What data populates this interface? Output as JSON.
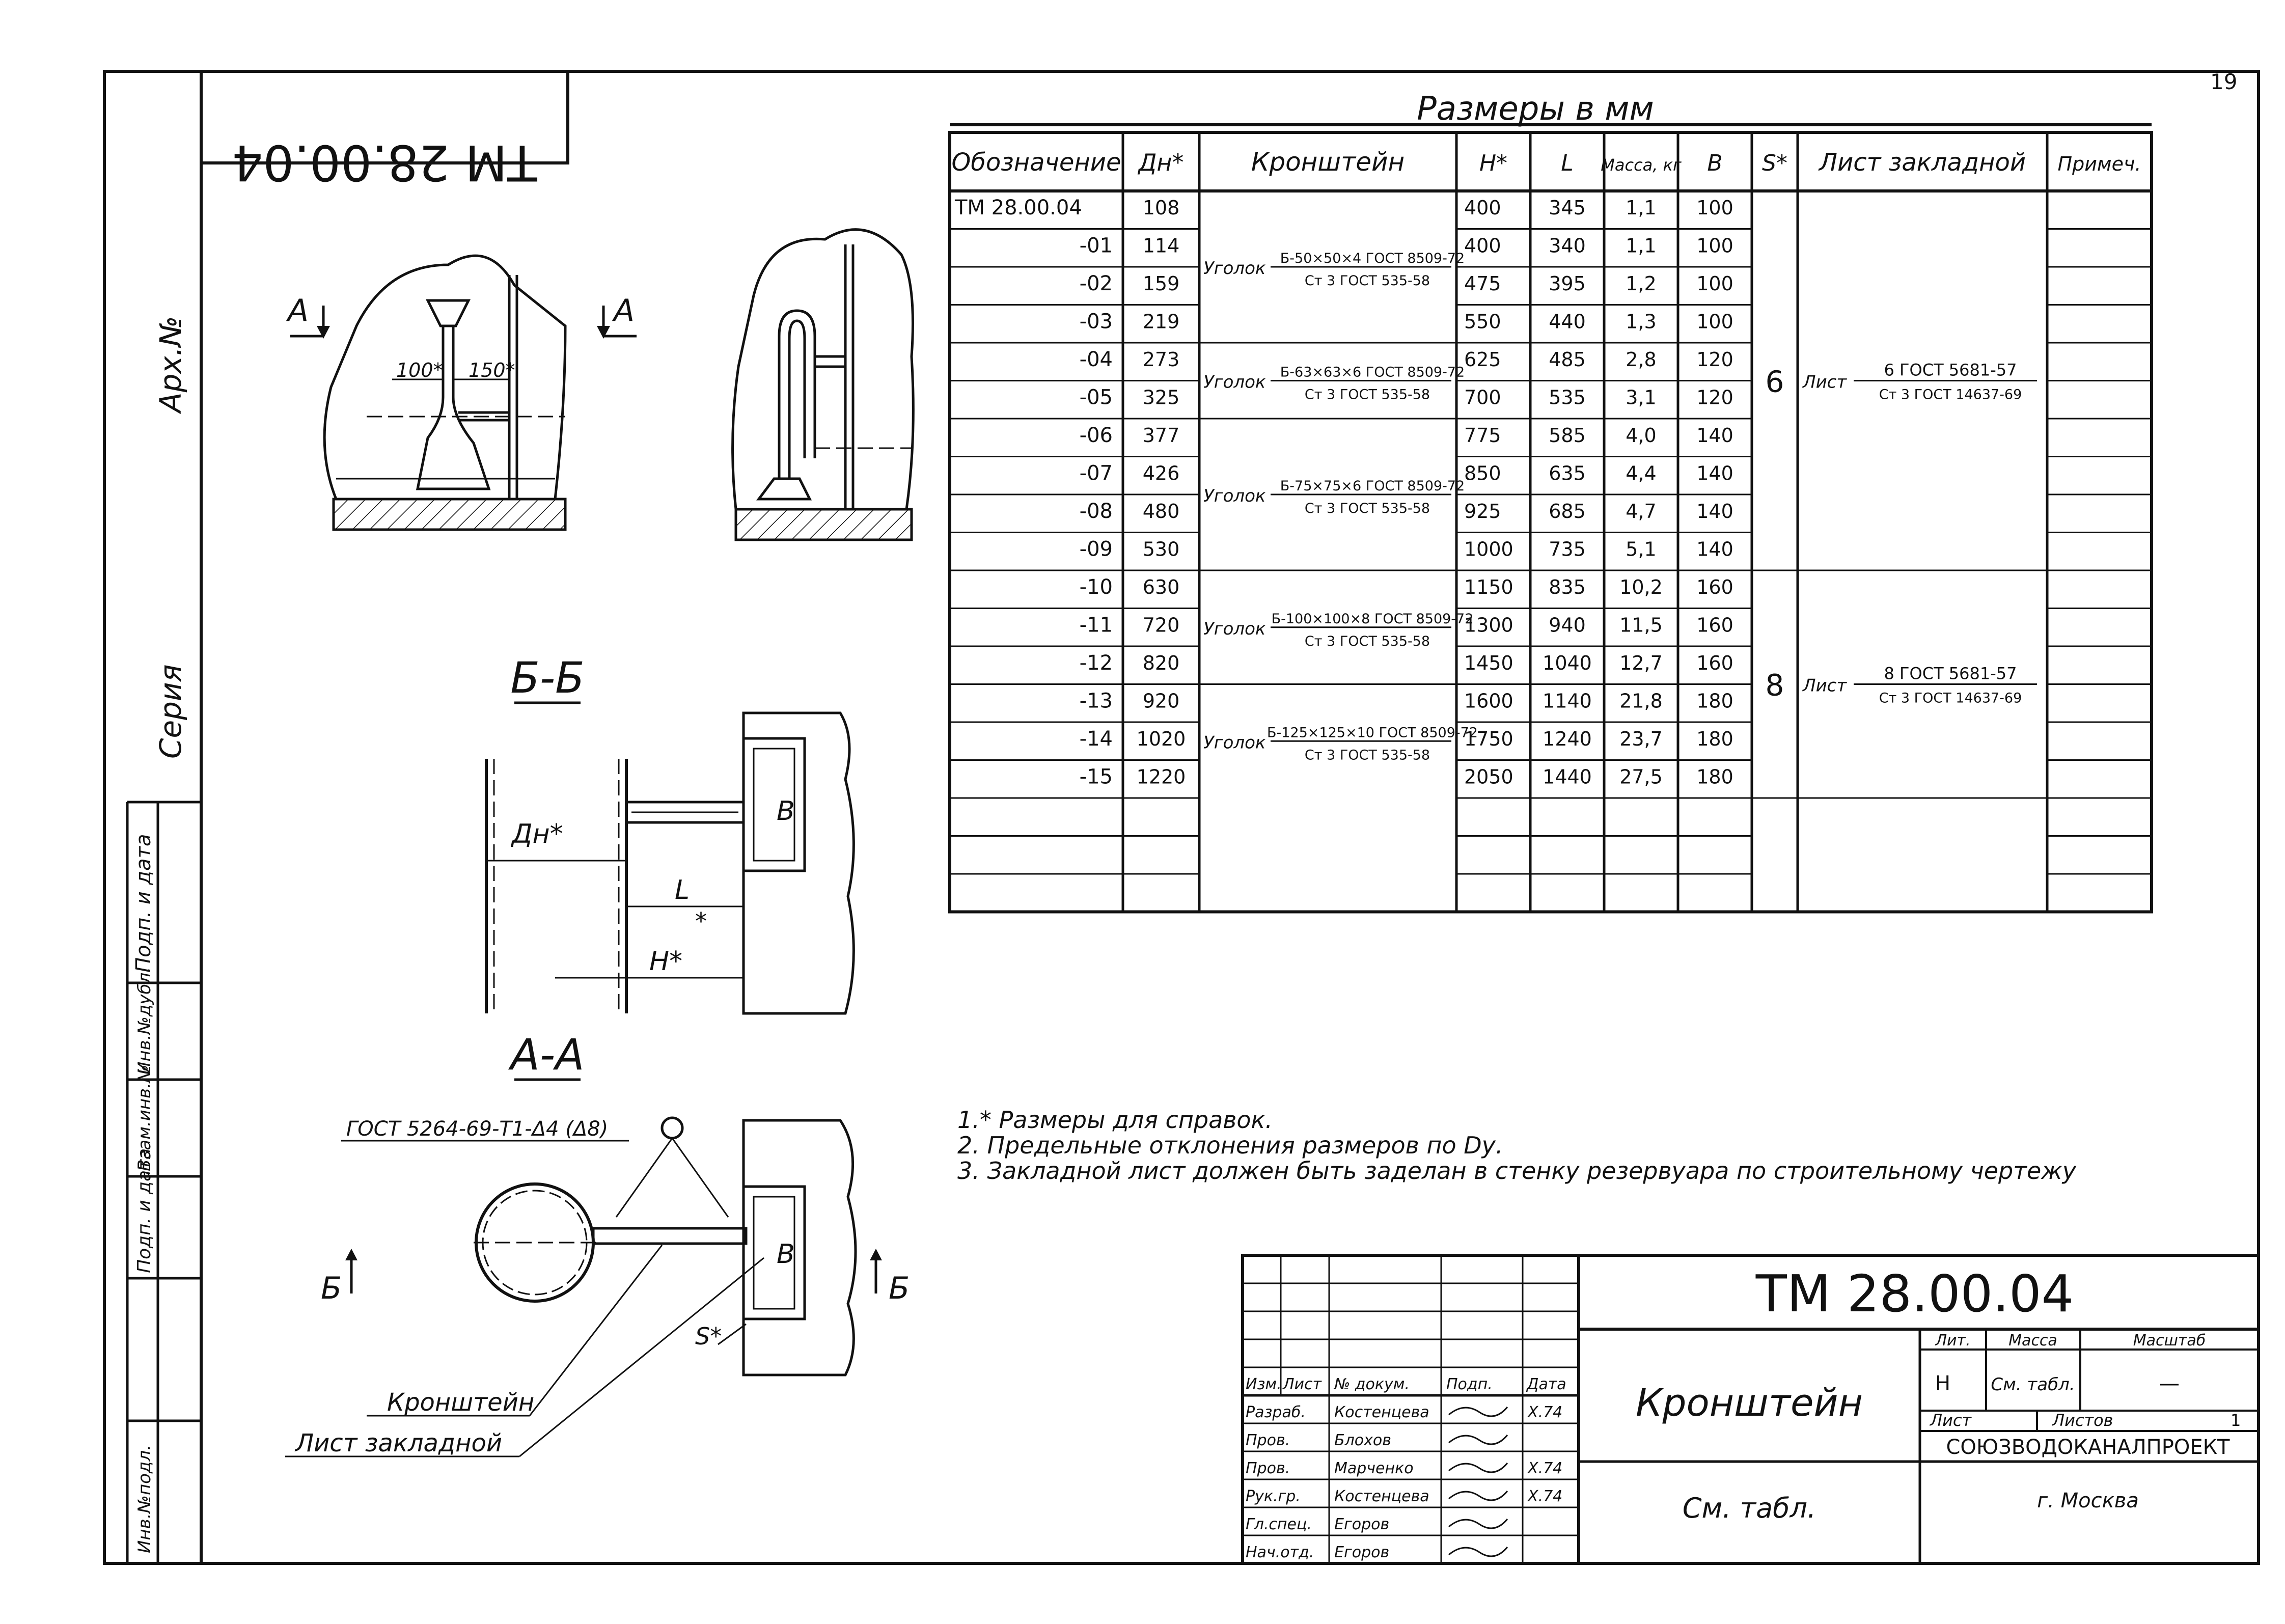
{
  "drawing_code": "ТМ 28.00.04",
  "drawing_code_rotated": "ТМ 28.00.04",
  "drawing_code_titleblock": "ТМ 28.00.04",
  "sheet_number": "19",
  "left_strip": {
    "arch_no": "Арх.№",
    "series": "Серия",
    "podp_i_data_1": "Подп. и дата",
    "inv_no_dubl": "Инв.№дубл.",
    "vzam_inv_no": "Взам.инв.№",
    "podp_i_data_2": "Подп. и дата",
    "inv_no_podl": "Инв.№подл."
  },
  "views": {
    "section_a_mark": "А",
    "dim_100": "100*",
    "dim_150": "150*",
    "section_bb_title": "Б-Б",
    "section_aa_title": "А-А",
    "label_dn": "Дн*",
    "label_l": "L",
    "label_h": "Н*",
    "label_b": "В",
    "label_s": "S*",
    "label_star": "*",
    "mark_b_left": "Б",
    "mark_b_right": "Б",
    "clamp_ref": "ГОСТ 5264-69-Т1-Δ4 (Δ8)",
    "callout_bracket": "Кронштейн",
    "callout_plate": "Лист закладной"
  },
  "table": {
    "header_group": "Размеры в мм",
    "columns": [
      "Обозначение",
      "Дн*",
      "Кронштейн",
      "Н*",
      "L",
      "Масса, кг",
      "В",
      "S*",
      "Лист закладной",
      "Примеч."
    ],
    "rows": [
      {
        "des": "ТМ 28.00.04",
        "dn": "108",
        "h": "400",
        "l": "345",
        "m": "1,1",
        "b": "100"
      },
      {
        "des": "-01",
        "dn": "114",
        "h": "400",
        "l": "340",
        "m": "1,1",
        "b": "100"
      },
      {
        "des": "-02",
        "dn": "159",
        "h": "475",
        "l": "395",
        "m": "1,2",
        "b": "100"
      },
      {
        "des": "-03",
        "dn": "219",
        "h": "550",
        "l": "440",
        "m": "1,3",
        "b": "100"
      },
      {
        "des": "-04",
        "dn": "273",
        "h": "625",
        "l": "485",
        "m": "2,8",
        "b": "120"
      },
      {
        "des": "-05",
        "dn": "325",
        "h": "700",
        "l": "535",
        "m": "3,1",
        "b": "120"
      },
      {
        "des": "-06",
        "dn": "377",
        "h": "775",
        "l": "585",
        "m": "4,0",
        "b": "140"
      },
      {
        "des": "-07",
        "dn": "426",
        "h": "850",
        "l": "635",
        "m": "4,4",
        "b": "140"
      },
      {
        "des": "-08",
        "dn": "480",
        "h": "925",
        "l": "685",
        "m": "4,7",
        "b": "140"
      },
      {
        "des": "-09",
        "dn": "530",
        "h": "1000",
        "l": "735",
        "m": "5,1",
        "b": "140"
      },
      {
        "des": "-10",
        "dn": "630",
        "h": "1150",
        "l": "835",
        "m": "10,2",
        "b": "160"
      },
      {
        "des": "-11",
        "dn": "720",
        "h": "1300",
        "l": "940",
        "m": "11,5",
        "b": "160"
      },
      {
        "des": "-12",
        "dn": "820",
        "h": "1450",
        "l": "1040",
        "m": "12,7",
        "b": "160"
      },
      {
        "des": "-13",
        "dn": "920",
        "h": "1600",
        "l": "1140",
        "m": "21,8",
        "b": "180"
      },
      {
        "des": "-14",
        "dn": "1020",
        "h": "1750",
        "l": "1240",
        "m": "23,7",
        "b": "180"
      },
      {
        "des": "-15",
        "dn": "1220",
        "h": "2050",
        "l": "1440",
        "m": "27,5",
        "b": "180"
      }
    ],
    "angle_groups": [
      {
        "prefix": "Уголок",
        "top": "Б-50×50×4 ГОСТ 8509-72",
        "bottom": "Ст 3 ГОСТ 535-58"
      },
      {
        "prefix": "Уголок",
        "top": "Б-63×63×6 ГОСТ 8509-72",
        "bottom": "Ст 3 ГОСТ 535-58"
      },
      {
        "prefix": "Уголок",
        "top": "Б-75×75×6 ГОСТ 8509-72",
        "bottom": "Ст 3 ГОСТ 535-58"
      },
      {
        "prefix": "Уголок",
        "top": "Б-100×100×8 ГОСТ 8509-72",
        "bottom": "Ст 3 ГОСТ 535-58"
      },
      {
        "prefix": "Уголок",
        "top": "Б-125×125×10 ГОСТ 8509-72",
        "bottom": "Ст 3 ГОСТ 535-58"
      }
    ],
    "plate_groups": [
      {
        "s": "6",
        "prefix": "Лист",
        "top": "6 ГОСТ 5681-57",
        "bottom": "Ст 3 ГОСТ 14637-69"
      },
      {
        "s": "8",
        "prefix": "Лист",
        "top": "8 ГОСТ 5681-57",
        "bottom": "Ст 3 ГОСТ 14637-69"
      }
    ]
  },
  "notes": [
    "1.* Размеры для справок.",
    "2. Предельные отклонения размеров по Dу.",
    "3. Закладной лист должен быть заделан в стенку резервуара по строительному чертежу"
  ],
  "title_block": {
    "product_name": "Кронштейн",
    "material_ref": "См. табл.",
    "cols": {
      "izm": "Изм.",
      "list": "Лист",
      "doc": "№ докум.",
      "podp": "Подп.",
      "data": "Дата"
    },
    "people": [
      {
        "role": "Разраб.",
        "name": "Костенцева",
        "date": "X.74"
      },
      {
        "role": "Пров.",
        "name": "Блохов",
        "date": ""
      },
      {
        "role": "Пров.",
        "name": "Марченко",
        "date": "X.74"
      },
      {
        "role": "Рук.гр.",
        "name": "Костенцева",
        "date": "X.74"
      },
      {
        "role": "Гл.спец.",
        "name": "Егоров",
        "date": ""
      },
      {
        "role": "Нач.отд.",
        "name": "Егоров",
        "date": ""
      }
    ],
    "lit_label": "Лит.",
    "massa_label": "Масса",
    "masshtab_label": "Масштаб",
    "lit_value": "Н",
    "massa_value": "См. табл.",
    "masshtab_value": "—",
    "sheet_label": "Лист",
    "sheets_label": "Листов",
    "sheets_value": "1",
    "org": "СОЮЗВОДОКАНАЛПРОЕКТ",
    "city": "г. Москва"
  }
}
